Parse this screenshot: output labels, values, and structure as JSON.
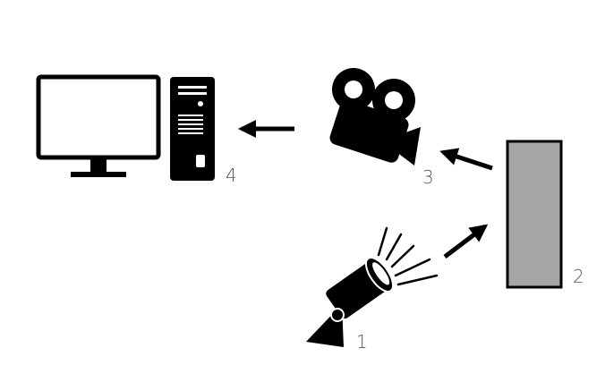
{
  "labels": {
    "light_source": "1",
    "sample_panel": "2",
    "camera": "3",
    "computer": "4"
  },
  "colors": {
    "ink": "#000000",
    "panel_fill": "#a6a6a6",
    "label": "#555555"
  },
  "icons": {
    "light_source": "spotlight-icon",
    "sample_panel": "rectangle-panel",
    "camera": "movie-camera-icon",
    "computer": "desktop-computer-icon"
  }
}
